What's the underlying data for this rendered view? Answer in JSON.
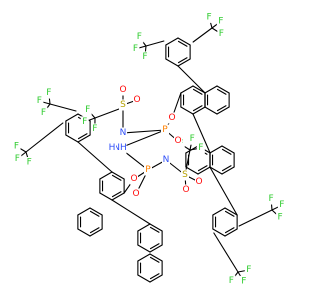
{
  "structure": {
    "atoms": {
      "F": {
        "symbol": "F",
        "color": "#33cc33"
      },
      "O": {
        "symbol": "O",
        "color": "#ff0d0d"
      },
      "N": {
        "symbol": "N",
        "color": "#3050f8"
      },
      "P": {
        "symbol": "P",
        "color": "#ff8000"
      },
      "S": {
        "symbol": "S",
        "color": "#b5a100"
      },
      "H": {
        "symbol": "H",
        "color": "#3050f8"
      },
      "NH": {
        "symbol": "NH",
        "color": "#3050f8"
      }
    }
  }
}
